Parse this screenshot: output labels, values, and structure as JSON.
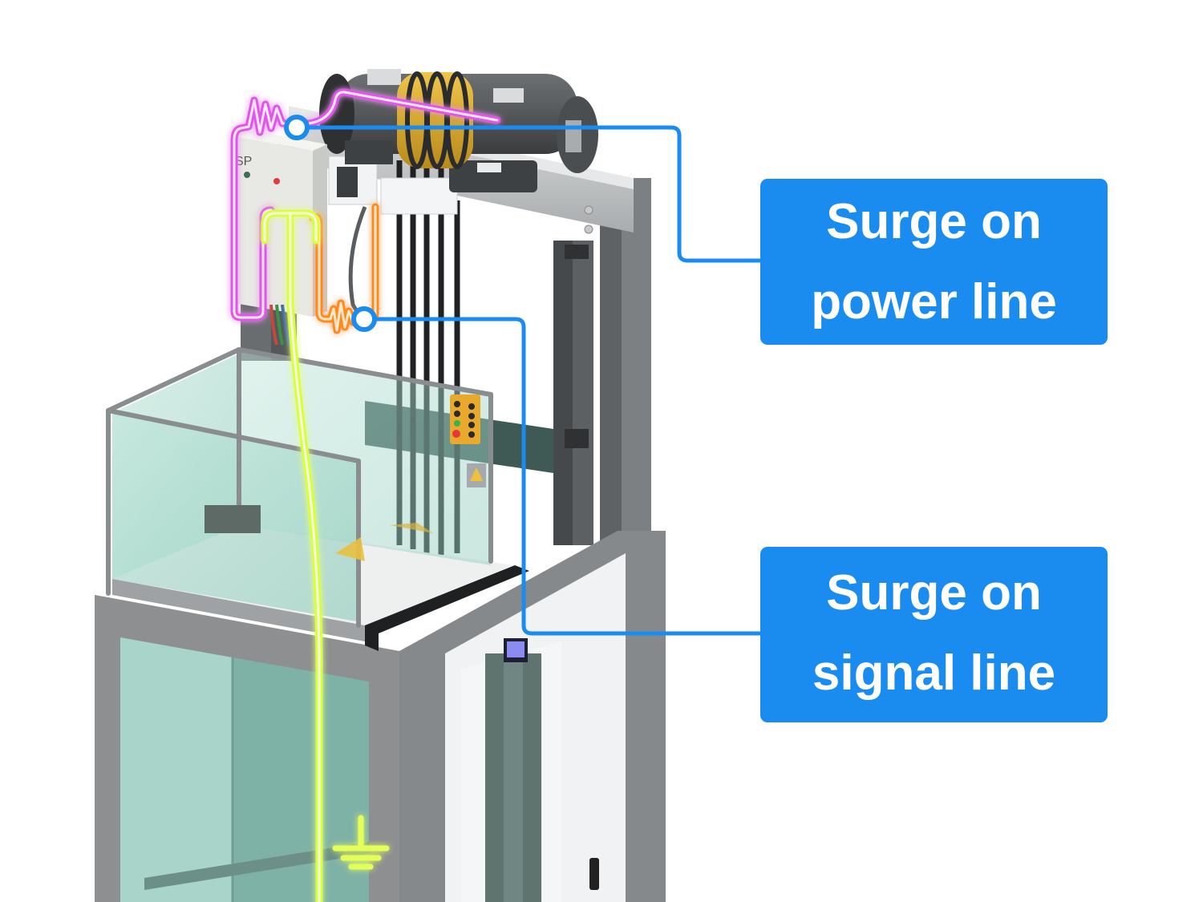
{
  "diagram": {
    "title": "Elevator surge protection diagram",
    "callouts": [
      {
        "id": "power",
        "lines": [
          "Surge on",
          "power line"
        ]
      },
      {
        "id": "signal",
        "lines": [
          "Surge on",
          "signal line"
        ]
      }
    ],
    "control_box_mark": "SP",
    "surge_paths": [
      {
        "name": "power-line-surge",
        "color": "#e056e8"
      },
      {
        "name": "signal-line-surge",
        "color": "#ff8a1f"
      },
      {
        "name": "ground-path",
        "color": "#d8ff3c"
      }
    ],
    "ground_symbol": "ground-icon"
  },
  "colors": {
    "callout_bg": "#1a8cf0",
    "callout_text": "#ffffff",
    "leader_line": "#1a8cf0",
    "frame_gray": "#8d8f91",
    "frame_dark": "#4a4d4f",
    "glass": "#a8d8cc",
    "motor": "#5b5d60",
    "coil": "#e2b23a"
  }
}
